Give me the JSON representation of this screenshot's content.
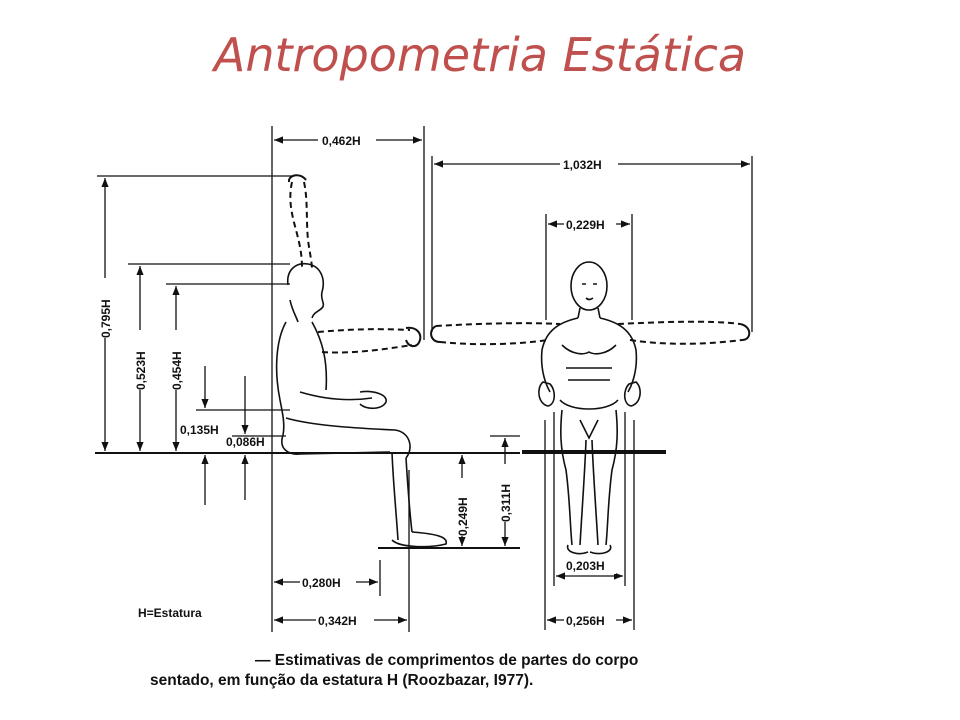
{
  "title": "Antropometria Estática",
  "dimensions": {
    "d0462": "0,462H",
    "d1032": "1,032H",
    "d0229": "0,229H",
    "d0795": "0,795H",
    "d0523": "0,523H",
    "d0454": "0,454H",
    "d0135": "0,135H",
    "d0086": "0,086H",
    "d0249": "0,249H",
    "d0311": "0,311H",
    "d0280": "0,280H",
    "d0342": "0,342H",
    "d0203": "0,203H",
    "d0256": "0,256H"
  },
  "legend": "H=Estatura",
  "caption": {
    "line1": "— Estimativas de comprimentos de partes do corpo",
    "line2": "sentado, em função da estatura H (Roozbazar, I977)."
  }
}
